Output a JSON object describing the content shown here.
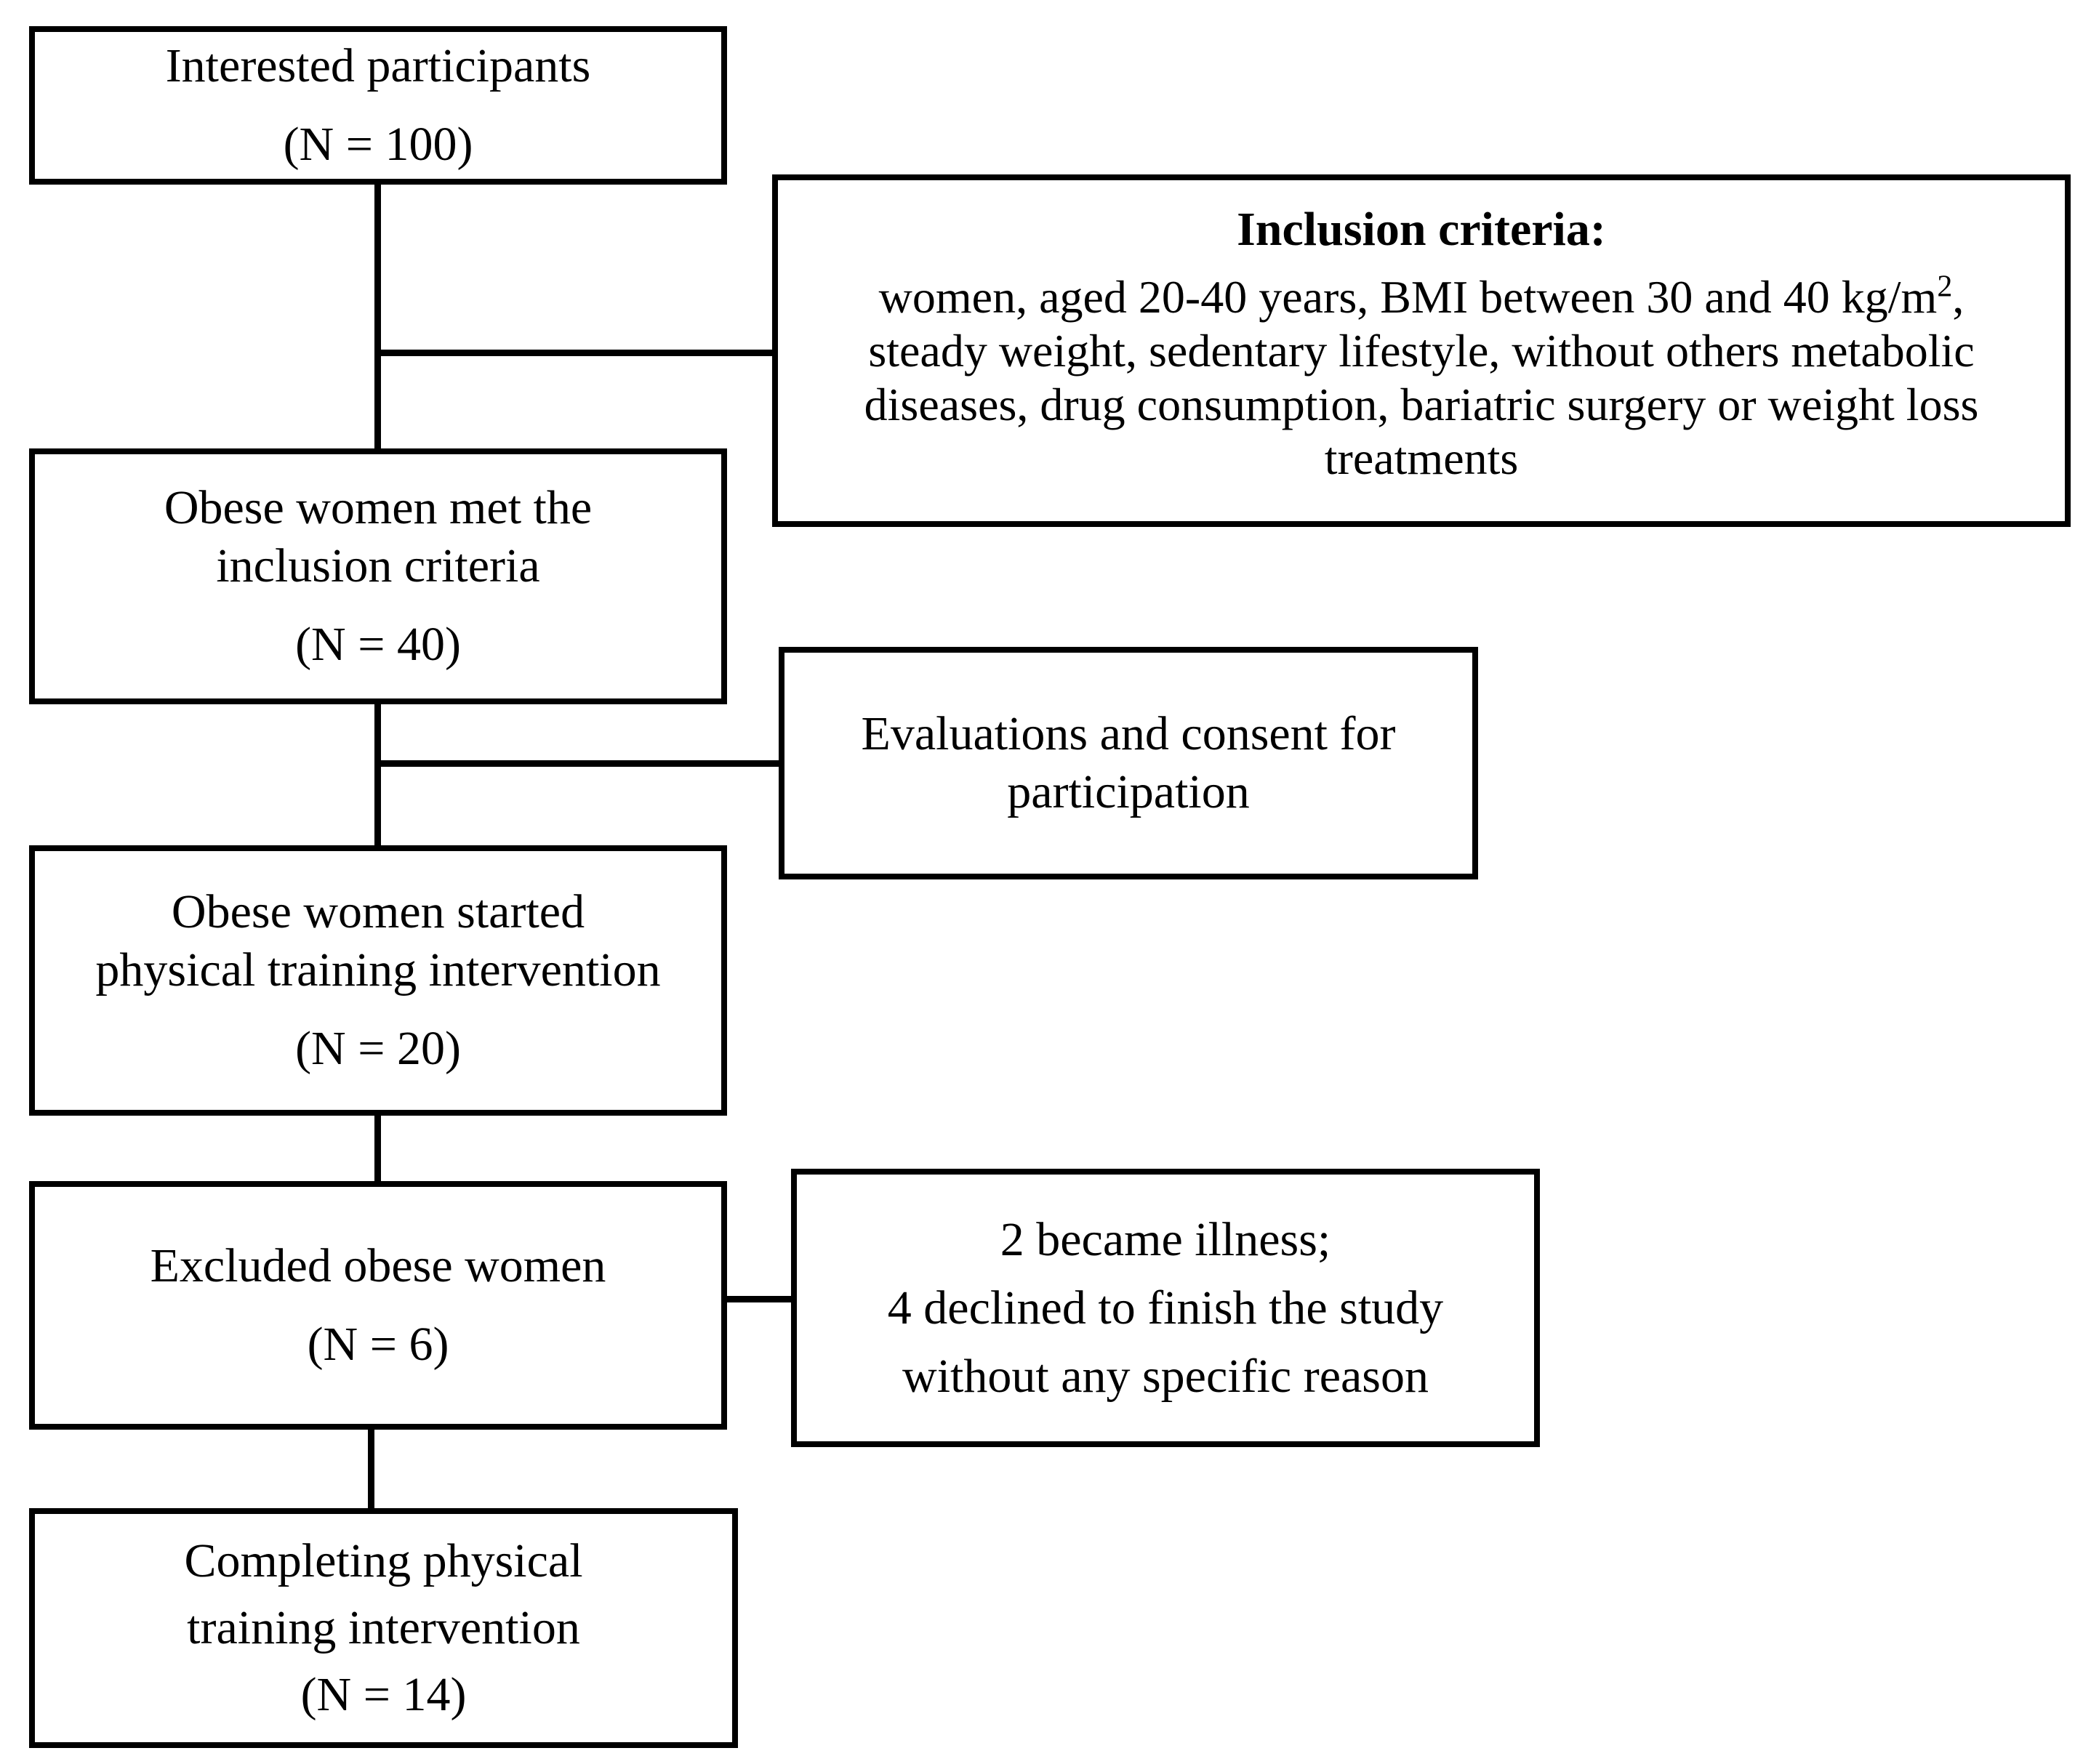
{
  "flowchart": {
    "interested": {
      "title": "Interested participants",
      "count": "(N = 100)"
    },
    "inclusion_criteria": {
      "heading": "Inclusion criteria:",
      "line1_before_sup": "women, aged 20-40 years, BMI between 30 and 40 kg/m",
      "line1_sup": "2",
      "line1_after_sup": ",",
      "line2": "steady weight, sedentary lifestyle, without others metabolic",
      "line3": "diseases, drug consumption, bariatric surgery or weight loss",
      "line4": "treatments"
    },
    "met_criteria": {
      "line1": "Obese women met the",
      "line2": "inclusion criteria",
      "count": "(N = 40)"
    },
    "evaluations": {
      "line1": "Evaluations and consent for",
      "line2": "participation"
    },
    "started": {
      "line1": "Obese women started",
      "line2": "physical training intervention",
      "count": "(N = 20)"
    },
    "excluded": {
      "title": "Excluded obese women",
      "count": "(N = 6)"
    },
    "exclusion_reasons": {
      "line1": "2 became illness;",
      "line2": "4 declined to finish the study",
      "line3": "without any specific reason"
    },
    "completing": {
      "line1": "Completing physical",
      "line2": "training intervention",
      "count": "(N = 14)"
    }
  }
}
